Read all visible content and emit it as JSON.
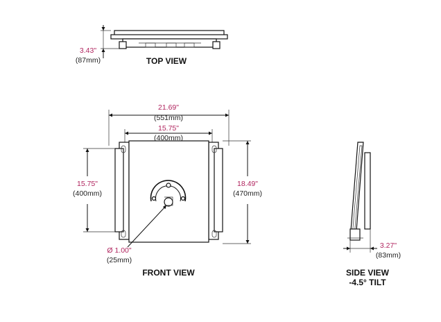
{
  "top_view": {
    "title": "TOP VIEW",
    "depth_in": "3.43\"",
    "depth_mm": "(87mm)"
  },
  "front_view": {
    "title": "FRONT VIEW",
    "overall_width_in": "21.69\"",
    "overall_width_mm": "(551mm)",
    "hole_width_in": "15.75\"",
    "hole_width_mm": "(400mm)",
    "hole_height_in": "15.75\"",
    "hole_height_mm": "(400mm)",
    "overall_height_in": "18.49\"",
    "overall_height_mm": "(470mm)",
    "hole_dia_in": "Ø 1.00\"",
    "hole_dia_mm": "(25mm)"
  },
  "side_view": {
    "title": "SIDE VIEW",
    "subtitle": "-4.5° TILT",
    "depth_in": "3.27\"",
    "depth_mm": "(83mm)"
  },
  "colors": {
    "inch_text": "#b0245e",
    "mm_text": "#222222",
    "line": "#111111"
  }
}
